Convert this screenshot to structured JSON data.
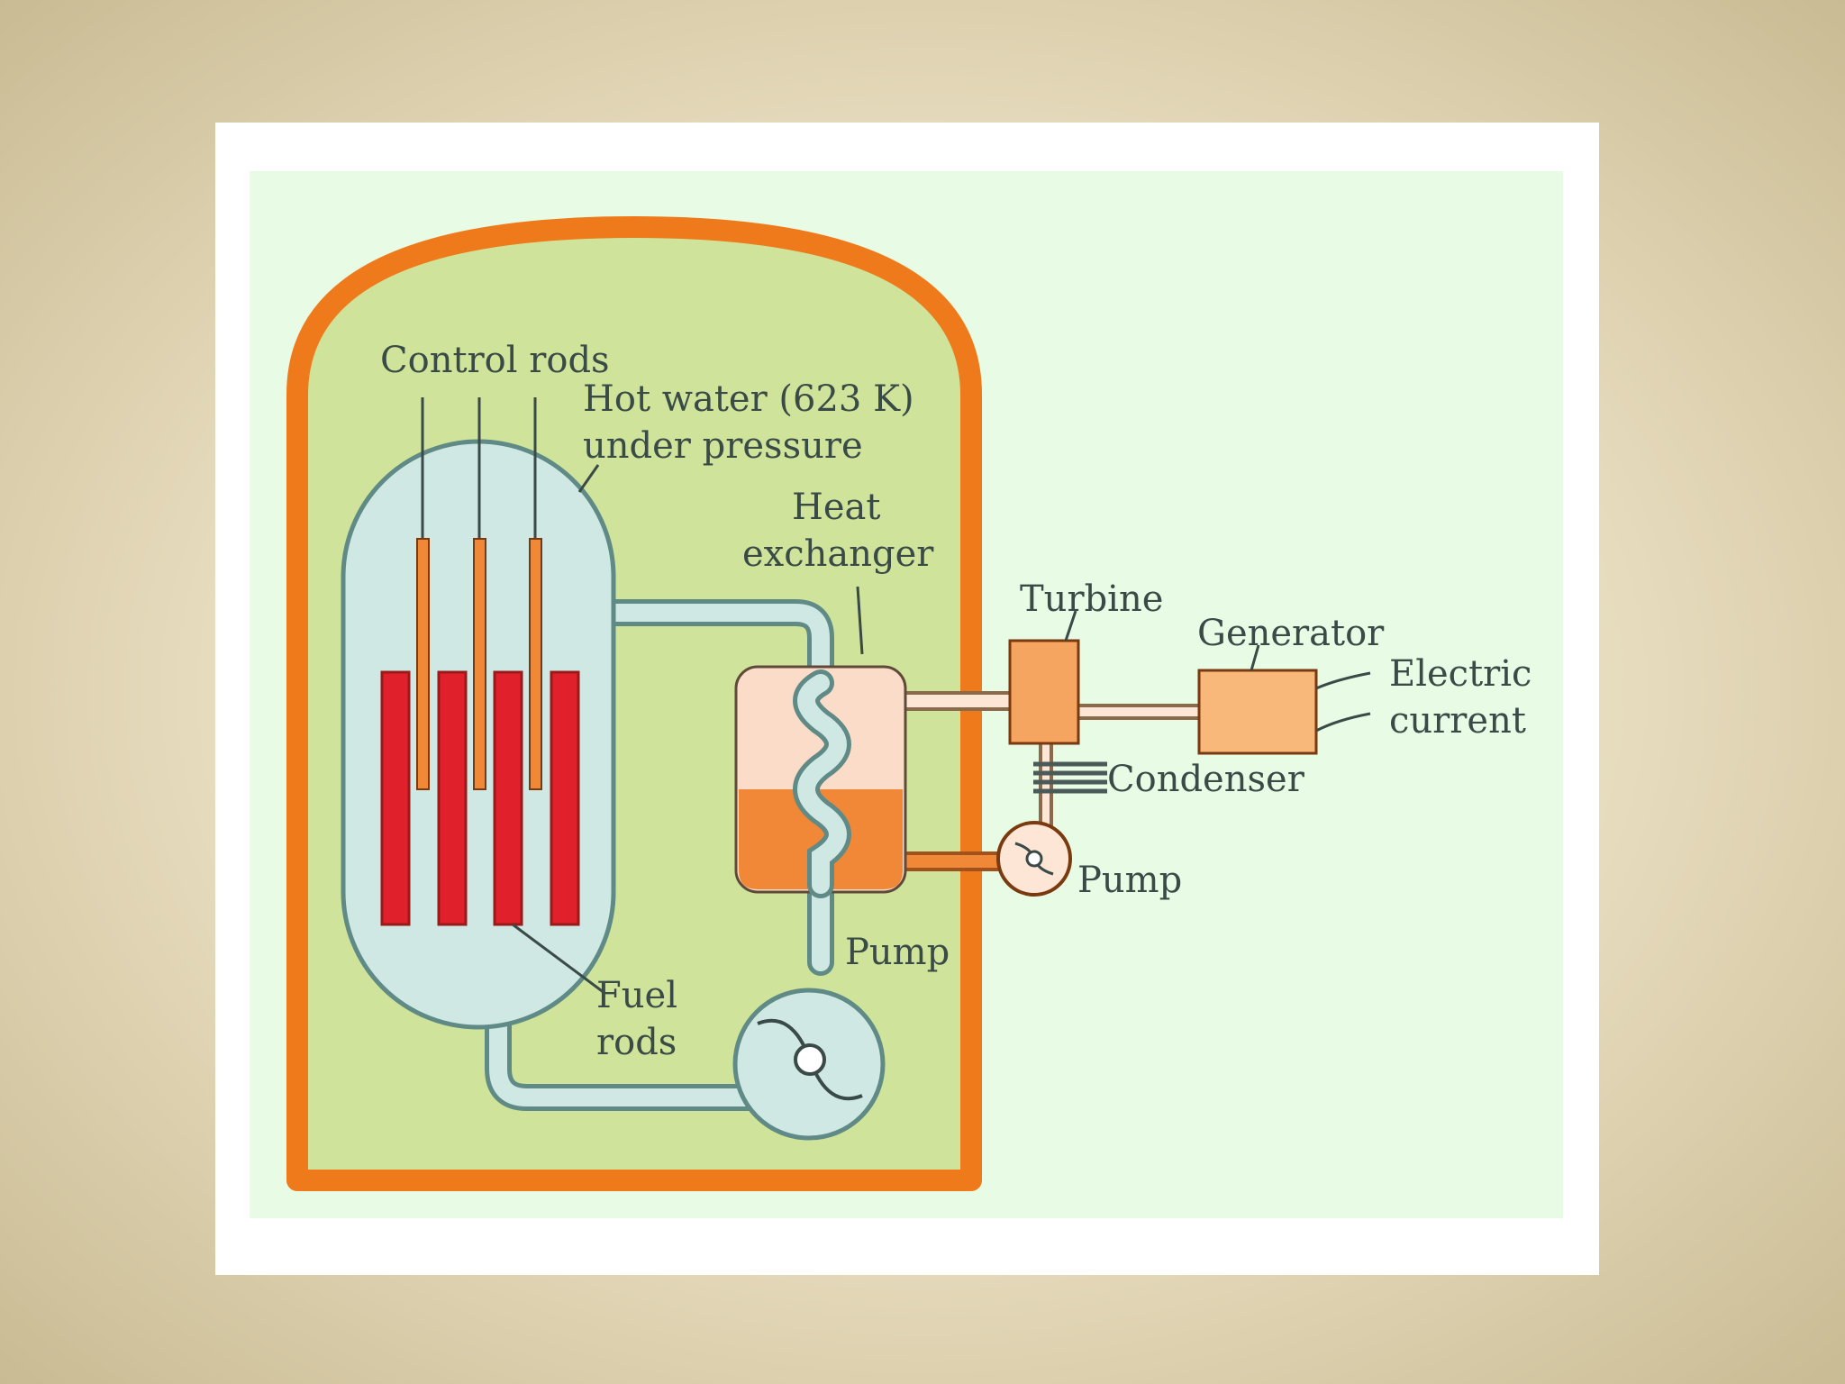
{
  "diagram": {
    "labels": {
      "control_rods": "Control rods",
      "hot_water_line1": "Hot water (623 K)",
      "hot_water_line2": "under pressure",
      "heat_exchanger_line1": "Heat",
      "heat_exchanger_line2": "exchanger",
      "turbine": "Turbine",
      "generator": "Generator",
      "electric_line1": "Electric",
      "electric_line2": "current",
      "condenser": "Condenser",
      "pump_outer": "Pump",
      "pump_inner": "Pump",
      "fuel_rods_line1": "Fuel",
      "fuel_rods_line2": "rods"
    },
    "colors": {
      "containment": "#ef7a1c",
      "containment_fill": "#cfe49a",
      "water": "#cfe8e4",
      "fuel_rod": "#e0202a",
      "control_rod": "#f08838",
      "panel": "#e8fbe4",
      "steam": "#fbdcc8"
    }
  }
}
